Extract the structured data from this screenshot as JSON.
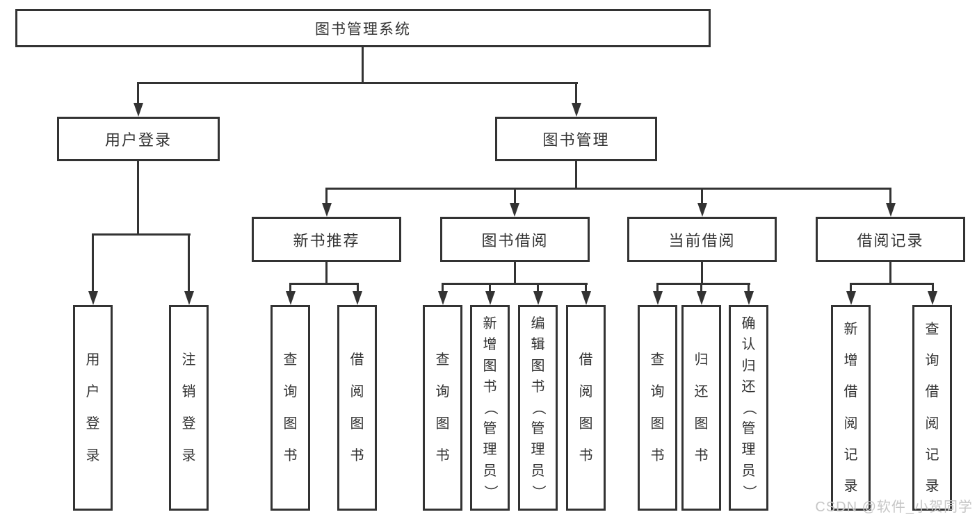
{
  "diagram": {
    "root": {
      "label": "图书管理系统"
    },
    "level2": {
      "user_login": {
        "label": "用户登录"
      },
      "book_mgmt": {
        "label": "图书管理"
      }
    },
    "level3": {
      "new_book_rec": {
        "label": "新书推荐"
      },
      "book_borrow": {
        "label": "图书借阅"
      },
      "current_borrow": {
        "label": "当前借阅"
      },
      "borrow_record": {
        "label": "借阅记录"
      }
    },
    "leaves": {
      "user_login_children": [
        "用户登录",
        "注销登录"
      ],
      "new_book_rec_children": [
        "查询图书",
        "借阅图书"
      ],
      "book_borrow_children": [
        "查询图书",
        "新增图书（管理员）",
        "编辑图书（管理员）",
        "借阅图书"
      ],
      "current_borrow_children": [
        "查询图书",
        "归还图书",
        "确认归还（管理员）"
      ],
      "borrow_record_children": [
        "新增借阅记录",
        "查询借阅记录"
      ]
    }
  },
  "watermark": "CSDN @软件_小贺同学",
  "colors": {
    "line": "#333333",
    "text": "#333333",
    "watermark": "#c6c6c6",
    "background": "#ffffff"
  }
}
